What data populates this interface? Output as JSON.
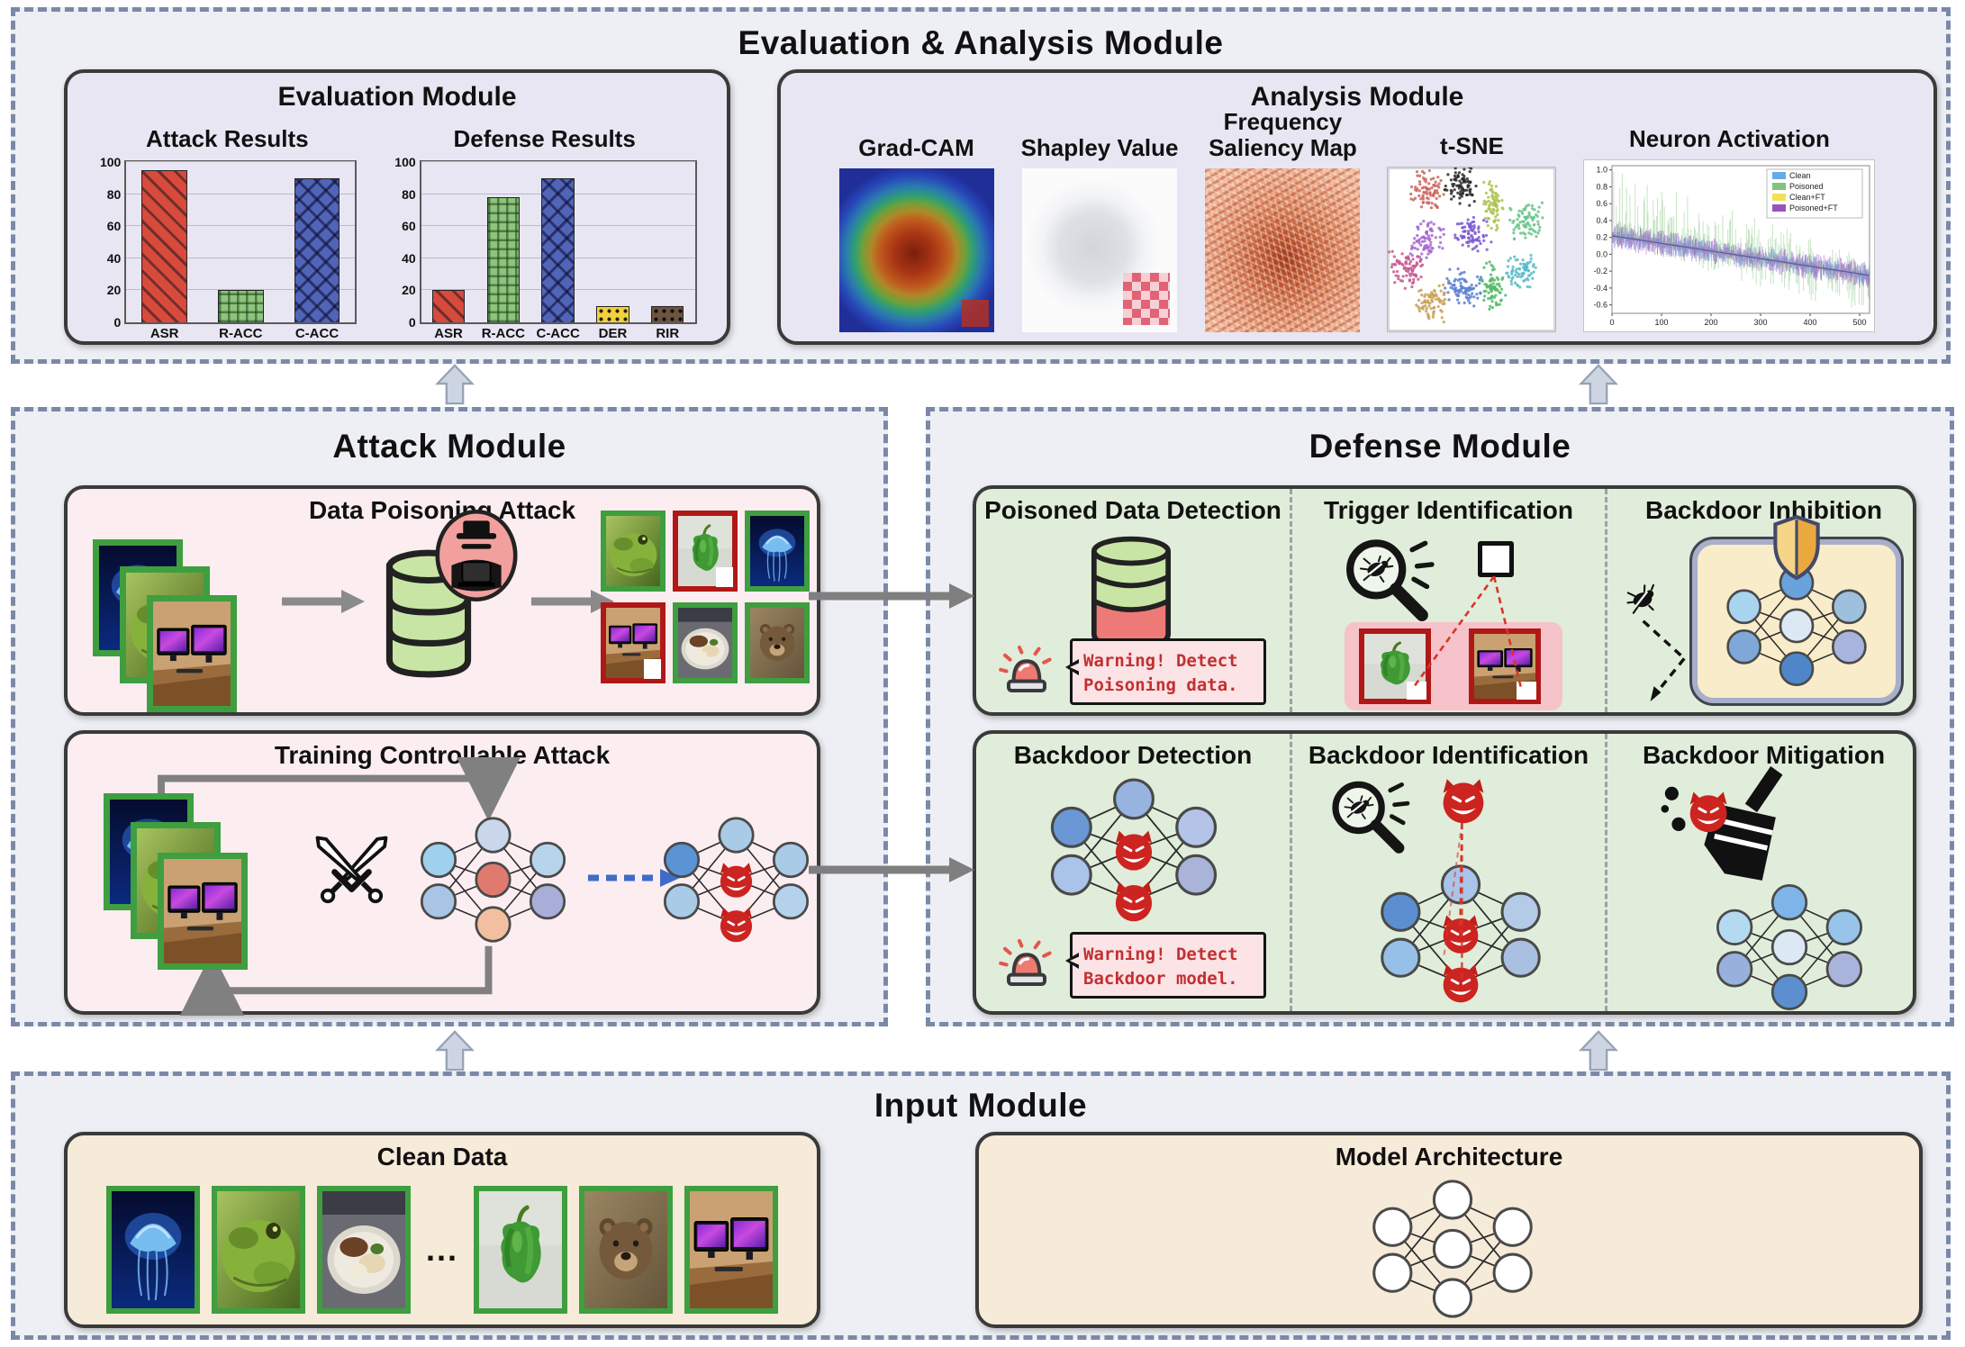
{
  "colors": {
    "page_bg": "#ffffff",
    "module_bg": "#edeff4",
    "dashed_border": "#7b89a8",
    "panel_border": "#3a3a3a",
    "lavender_panel": "#e9e6f3",
    "pink_panel": "#fbedf0",
    "green_panel": "#e0edda",
    "tan_panel": "#f6ead8",
    "gray_arrow": "#7f7f7f",
    "block_arrow_fill": "#cdd5e2",
    "block_arrow_edge": "#97a2b6",
    "warning_text": "#c23030",
    "warning_bubble": "#fbe3e6",
    "alarm_red": "#ee7a72",
    "devil_red": "#cc2420",
    "trigger_pink": "#f6c3ca",
    "image_border_green": "#3f9e3f",
    "image_border_red": "#b01818"
  },
  "top_module": {
    "title": "Evaluation & Analysis Module",
    "evaluation": {
      "title": "Evaluation Module"
    },
    "analysis": {
      "title": "Analysis Module",
      "items": [
        {
          "l1": "Grad-CAM",
          "l2": ""
        },
        {
          "l1": "Shapley Value",
          "l2": ""
        },
        {
          "l1": "Frequency",
          "l2": "Saliency Map"
        },
        {
          "l1": "t-SNE",
          "l2": ""
        },
        {
          "l1": "Neuron Activation",
          "l2": ""
        }
      ]
    }
  },
  "chart_data": [
    {
      "type": "bar",
      "title": "Attack Results",
      "categories": [
        "ASR",
        "R-ACC",
        "C-ACC"
      ],
      "values": [
        95,
        20,
        90
      ],
      "bar_colors": [
        "#d84a3c",
        "#8ec47c",
        "#5064b8"
      ],
      "hatches": [
        "diagonal",
        "grid",
        "diamond"
      ],
      "ylim": [
        0,
        100
      ],
      "yticks": [
        0,
        20,
        40,
        60,
        80,
        100
      ],
      "grid": true,
      "xlabel": "",
      "ylabel": ""
    },
    {
      "type": "bar",
      "title": "Defense Results",
      "categories": [
        "ASR",
        "R-ACC",
        "C-ACC",
        "DER",
        "RIR"
      ],
      "values": [
        20,
        78,
        90,
        10,
        10
      ],
      "bar_colors": [
        "#d84a3c",
        "#8ec47c",
        "#5064b8",
        "#f2d23c",
        "#6b5440"
      ],
      "hatches": [
        "diagonal",
        "grid",
        "diamond",
        "dots",
        "dots"
      ],
      "ylim": [
        0,
        100
      ],
      "yticks": [
        0,
        20,
        40,
        60,
        80,
        100
      ],
      "grid": true,
      "xlabel": "",
      "ylabel": ""
    },
    {
      "type": "scatter",
      "title": "t-SNE",
      "clusters": [
        {
          "color": "#cd655c",
          "cx": 24,
          "cy": 14,
          "sx": 8,
          "sy": 10,
          "n": 80
        },
        {
          "color": "#2a2a2a",
          "cx": 43,
          "cy": 11,
          "sx": 8,
          "sy": 9,
          "n": 85
        },
        {
          "color": "#a9c44e",
          "cx": 63,
          "cy": 23,
          "sx": 5,
          "sy": 12,
          "n": 70
        },
        {
          "color": "#66c487",
          "cx": 83,
          "cy": 32,
          "sx": 8,
          "sy": 9,
          "n": 75
        },
        {
          "color": "#a468d0",
          "cx": 24,
          "cy": 44,
          "sx": 9,
          "sy": 9,
          "n": 80
        },
        {
          "color": "#7a58d0",
          "cx": 50,
          "cy": 41,
          "sx": 9,
          "sy": 8,
          "n": 75
        },
        {
          "color": "#c4598f",
          "cx": 11,
          "cy": 62,
          "sx": 8,
          "sy": 9,
          "n": 75
        },
        {
          "color": "#c9a057",
          "cx": 27,
          "cy": 82,
          "sx": 8,
          "sy": 10,
          "n": 75
        },
        {
          "color": "#5b7fd0",
          "cx": 46,
          "cy": 73,
          "sx": 9,
          "sy": 9,
          "n": 80
        },
        {
          "color": "#55b868",
          "cx": 63,
          "cy": 72,
          "sx": 6,
          "sy": 12,
          "n": 75
        },
        {
          "color": "#58bcc8",
          "cx": 80,
          "cy": 63,
          "sx": 9,
          "sy": 8,
          "n": 75
        }
      ]
    },
    {
      "type": "line",
      "title": "Neuron Activation",
      "legend": [
        {
          "label": "Clean",
          "color": "#6aaae4"
        },
        {
          "label": "Poisoned",
          "color": "#82c47e"
        },
        {
          "label": "Clean+FT",
          "color": "#f2e05a"
        },
        {
          "label": "Poisoned+FT",
          "color": "#9a52c0"
        }
      ],
      "yticks": [
        1.0,
        0.8,
        0.6,
        0.4,
        0.2,
        0.0,
        -0.2,
        -0.4,
        -0.6
      ],
      "xticks": [
        0,
        100,
        200,
        300,
        400,
        500
      ],
      "ylim": [
        -0.7,
        1.05
      ],
      "xlim": [
        0,
        520
      ],
      "trend": {
        "start": 0.22,
        "end": -0.25
      },
      "spike_max": 0.95
    }
  ],
  "attack_module": {
    "title": "Attack Module",
    "data_poisoning": {
      "title": "Data Poisoning Attack"
    },
    "training_controllable": {
      "title": "Training Controllable Attack"
    }
  },
  "defense_module": {
    "title": "Defense Module",
    "cells": {
      "poisoned_data_detection": "Poisoned Data Detection",
      "trigger_identification": "Trigger Identification",
      "backdoor_inhibition": "Backdoor Inhibition",
      "backdoor_detection": "Backdoor Detection",
      "backdoor_identification": "Backdoor Identification",
      "backdoor_mitigation": "Backdoor Mitigation"
    },
    "warning_poison": {
      "line1": "Warning! Detect",
      "line2": "Poisoning data."
    },
    "warning_backdoor": {
      "line1": "Warning! Detect",
      "line2": "Backdoor model."
    }
  },
  "input_module": {
    "title": "Input Module",
    "clean_data": {
      "title": "Clean Data",
      "ellipsis": "..."
    },
    "model_architecture": {
      "title": "Model Architecture"
    }
  },
  "nn_palettes": {
    "training": [
      "#9fd0ee",
      "#a9c4e4",
      "#c9d6ec",
      "#e07a6e",
      "#f2c0a0",
      "#b8d4ec",
      "#a9aed8"
    ],
    "backdoored": [
      "#5b93d4",
      "#a9cbe8",
      "#a9cbe8",
      "devil",
      "devil",
      "#a9cbe8",
      "#b4d2ec"
    ],
    "inhibition": [
      "#a8d4f0",
      "#7fa8d8",
      "#6aa2dc",
      "#dce8f4",
      "#4f86c8",
      "#9fc0dc",
      "#a9b4dc"
    ],
    "detection": [
      "#6a98d4",
      "#a9c4e8",
      "#97b4e0",
      "devil",
      "devil",
      "#b4c4e8",
      "#a9b4d8"
    ],
    "identification": [
      "#5b8fd0",
      "#97c0e8",
      "#a9c4e8",
      "devil",
      "devil",
      "#b4cbe8",
      "#a9c0e0"
    ],
    "mitigation": [
      "#b4daf2",
      "#97b0dc",
      "#7fb4e8",
      "#dce8f4",
      "#5b8fd0",
      "#97c4e8",
      "#a9b4dc"
    ],
    "model": [
      "#ffffff",
      "#ffffff",
      "#ffffff",
      "#ffffff",
      "#ffffff",
      "#ffffff",
      "#ffffff"
    ]
  }
}
